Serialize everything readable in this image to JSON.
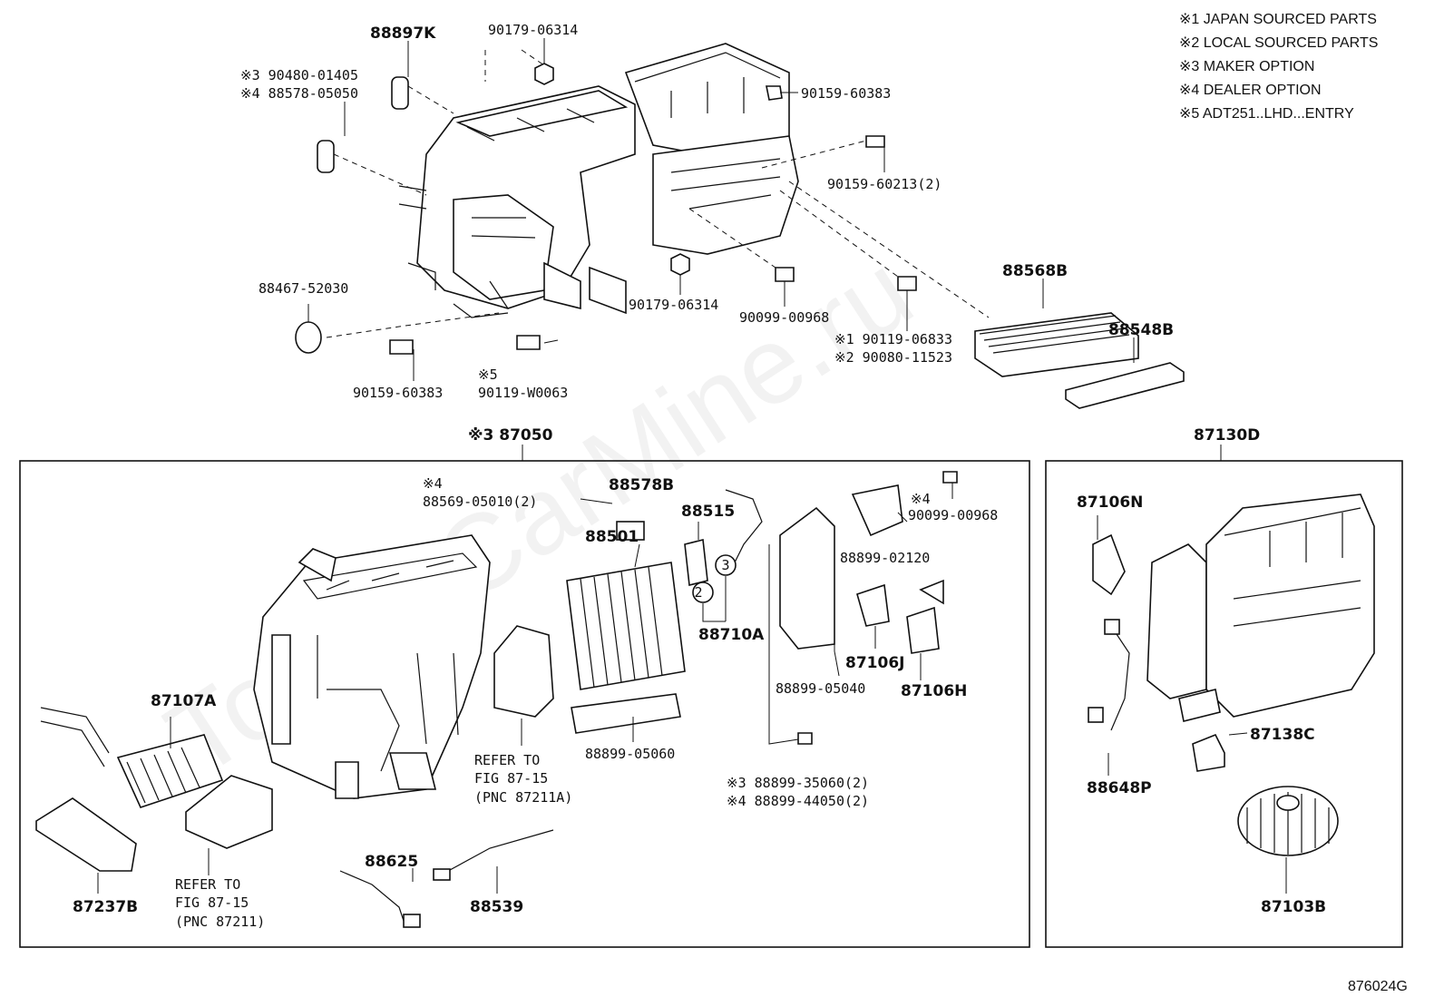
{
  "notes": [
    "※1 JAPAN SOURCED PARTS",
    "※2 LOCAL SOURCED PARTS",
    "※3 MAKER OPTION",
    "※4 DEALER OPTION",
    "※5 ADT251..LHD...ENTRY"
  ],
  "watermark": "ToyotaCarMine.ru",
  "figure_code": "876024G",
  "top_labels": {
    "p88897K": "88897K",
    "p90179_06314_top": "90179-06314",
    "p90480_mark": "※3 90480-01405",
    "p88578_mark": "※4 88578-05050",
    "p90159_60383_top": "90159-60383",
    "p90159_60213": "90159-60213(2)",
    "p88467": "88467-52030",
    "p90179_06314_mid": "90179-06314",
    "p90099_00968_mid": "90099-00968",
    "p90119_06833": "※1 90119-06833",
    "p90080_11523": "※2 90080-11523",
    "p88568B": "88568B",
    "p88548B": "88548B",
    "p90159_60383_bot": "90159-60383",
    "p90119_W0063_mark": "※5",
    "p90119_W0063": "90119-W0063"
  },
  "box_left": {
    "title": "※3 87050",
    "mark_88569": "※4",
    "p88569": "88569-05010(2)",
    "p88578B": "88578B",
    "p88515": "88515",
    "p88501": "88501",
    "mark_90099": "※4",
    "p90099": "90099-00968",
    "p88899_02120": "88899-02120",
    "circle2": "2",
    "circle3": "3",
    "p88710A": "88710A",
    "p87106J": "87106J",
    "p87106H": "87106H",
    "p88899_05040": "88899-05040",
    "p87107A": "87107A",
    "p88899_05060": "88899-05060",
    "refer1_a": "REFER TO",
    "refer1_b": "FIG 87-15",
    "refer1_c": "(PNC 87211A)",
    "p88899_35060": "※3 88899-35060(2)",
    "p88899_44050": "※4 88899-44050(2)",
    "refer2_a": "REFER TO",
    "refer2_b": "FIG 87-15",
    "refer2_c": "(PNC 87211)",
    "p87237B": "87237B",
    "p88625": "88625",
    "p88539": "88539"
  },
  "box_right": {
    "title": "87130D",
    "p87106N": "87106N",
    "p87138C": "87138C",
    "p88648P": "88648P",
    "p87103B": "87103B"
  }
}
